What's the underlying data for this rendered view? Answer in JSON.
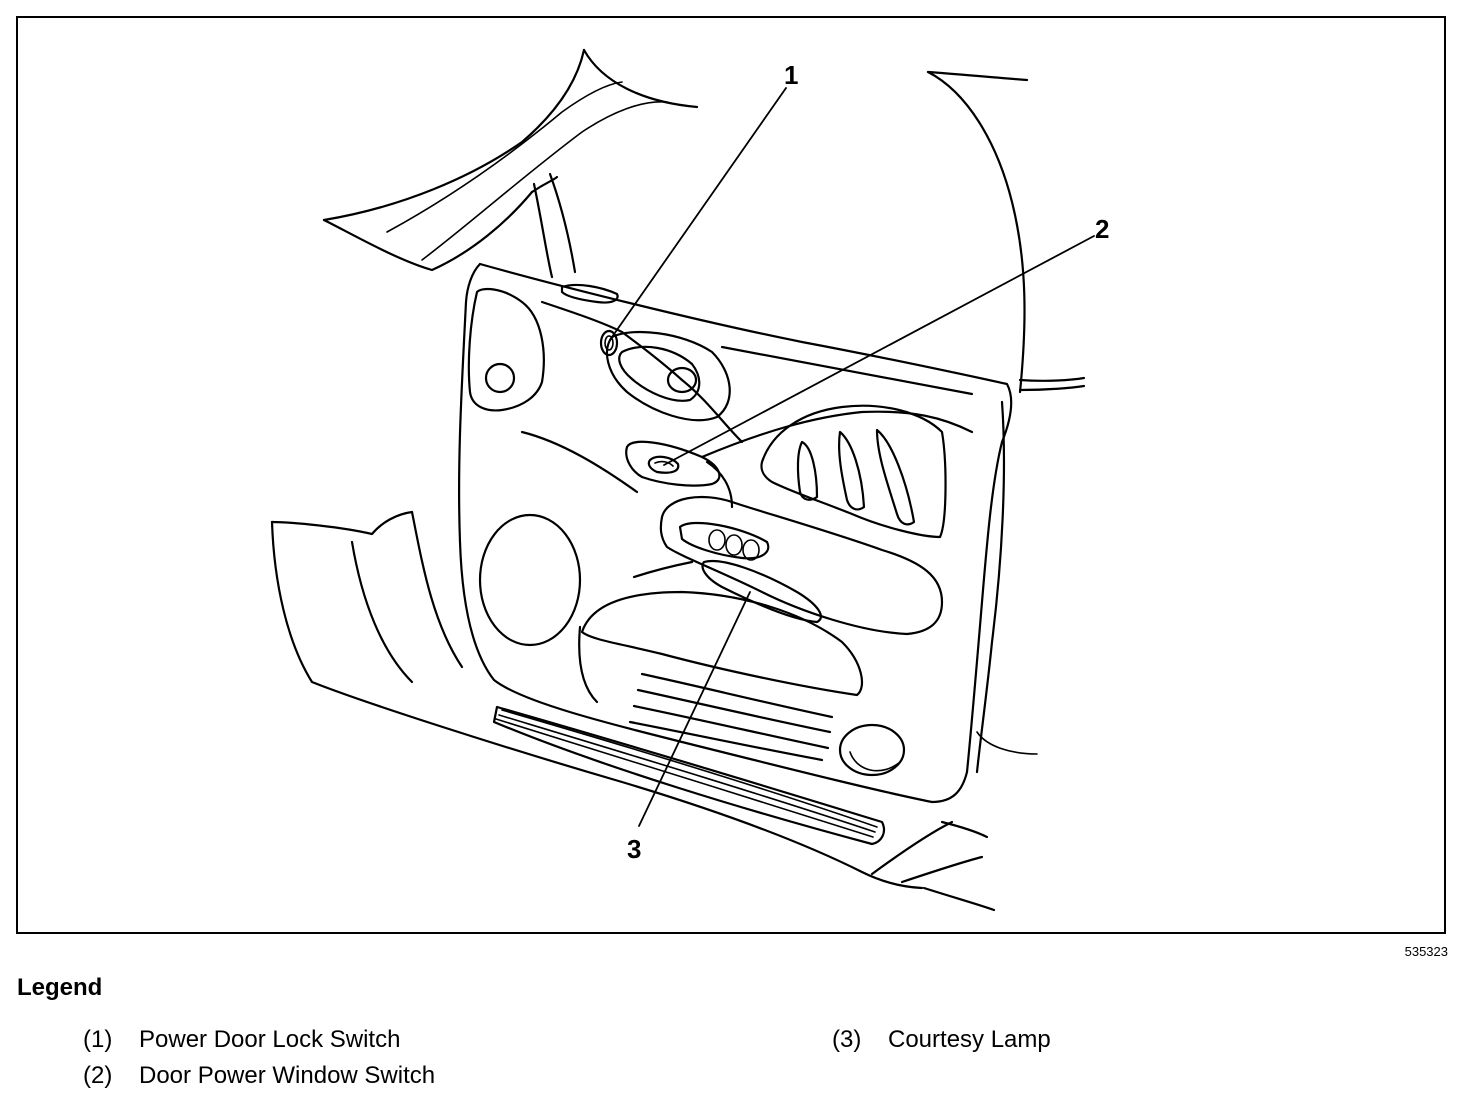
{
  "figure": {
    "id": "535323",
    "callouts": [
      {
        "number": "1"
      },
      {
        "number": "2"
      },
      {
        "number": "3"
      }
    ]
  },
  "legend": {
    "title": "Legend",
    "items": [
      {
        "number": "(1)",
        "label": "Power Door Lock Switch"
      },
      {
        "number": "(2)",
        "label": "Door Power Window Switch"
      },
      {
        "number": "(3)",
        "label": "Courtesy Lamp"
      }
    ]
  }
}
